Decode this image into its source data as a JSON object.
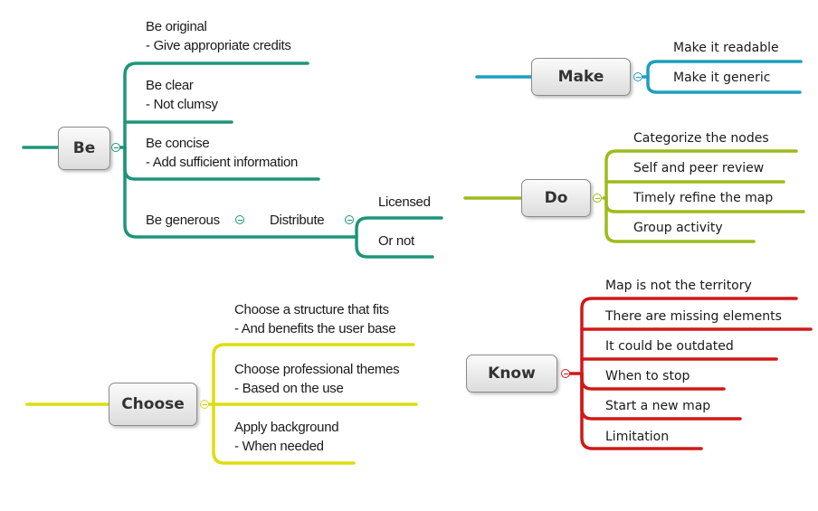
{
  "colors": {
    "be": "#1e957a",
    "make": "#1c9fbf",
    "do": "#9cbb1c",
    "choose": "#dddd10",
    "know": "#d01818"
  },
  "be": {
    "title": "Be",
    "items": [
      {
        "line1": "Be original",
        "line2": "- Give appropriate credits"
      },
      {
        "line1": "Be clear",
        "line2": "- Not clumsy"
      },
      {
        "line1": "Be concise",
        "line2": "- Add sufficient information"
      }
    ],
    "generous": "Be generous",
    "distribute": "Distribute",
    "licensed": "Licensed",
    "or_not": "Or not"
  },
  "make": {
    "title": "Make",
    "items": [
      "Make it readable",
      "Make it generic"
    ]
  },
  "do": {
    "title": "Do",
    "items": [
      "Categorize the nodes",
      "Self and peer review",
      "Timely refine the map",
      "Group activity"
    ]
  },
  "choose": {
    "title": "Choose",
    "items": [
      {
        "line1": "Choose a structure that fits",
        "line2": "- And benefits the user base"
      },
      {
        "line1": "Choose professional themes",
        "line2": "- Based on the use"
      },
      {
        "line1": "Apply background",
        "line2": "- When needed"
      }
    ]
  },
  "know": {
    "title": "Know",
    "items": [
      "Map is not the territory",
      "There are missing elements",
      "It could be outdated",
      "When to stop",
      "Start a new map",
      "Limitation"
    ]
  }
}
